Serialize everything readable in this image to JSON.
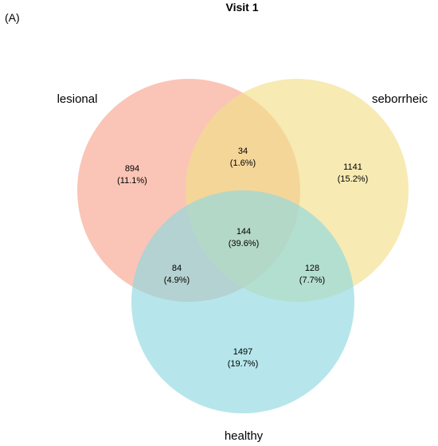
{
  "panel_label": "(A)",
  "title": "Visit 1",
  "colors": {
    "lesional": "#f7a68f",
    "seborrheic": "#f3df8a",
    "healthy": "#8fd9e0"
  },
  "sets": [
    {
      "key": "lesional",
      "label": "lesional"
    },
    {
      "key": "seborrheic",
      "label": "seborrheic"
    },
    {
      "key": "healthy",
      "label": "healthy"
    }
  ],
  "regions": [
    {
      "sets": [
        "lesional"
      ],
      "count": "894",
      "percent": "(11.1%)"
    },
    {
      "sets": [
        "lesional",
        "seborrheic"
      ],
      "count": "34",
      "percent": "(1.6%)"
    },
    {
      "sets": [
        "seborrheic"
      ],
      "count": "1141",
      "percent": "(15.2%)"
    },
    {
      "sets": [
        "lesional",
        "seborrheic",
        "healthy"
      ],
      "count": "144",
      "percent": "(39.6%)"
    },
    {
      "sets": [
        "lesional",
        "healthy"
      ],
      "count": "84",
      "percent": "(4.9%)"
    },
    {
      "sets": [
        "seborrheic",
        "healthy"
      ],
      "count": "128",
      "percent": "(7.7%)"
    },
    {
      "sets": [
        "healthy"
      ],
      "count": "1497",
      "percent": "(19.7%)"
    }
  ]
}
